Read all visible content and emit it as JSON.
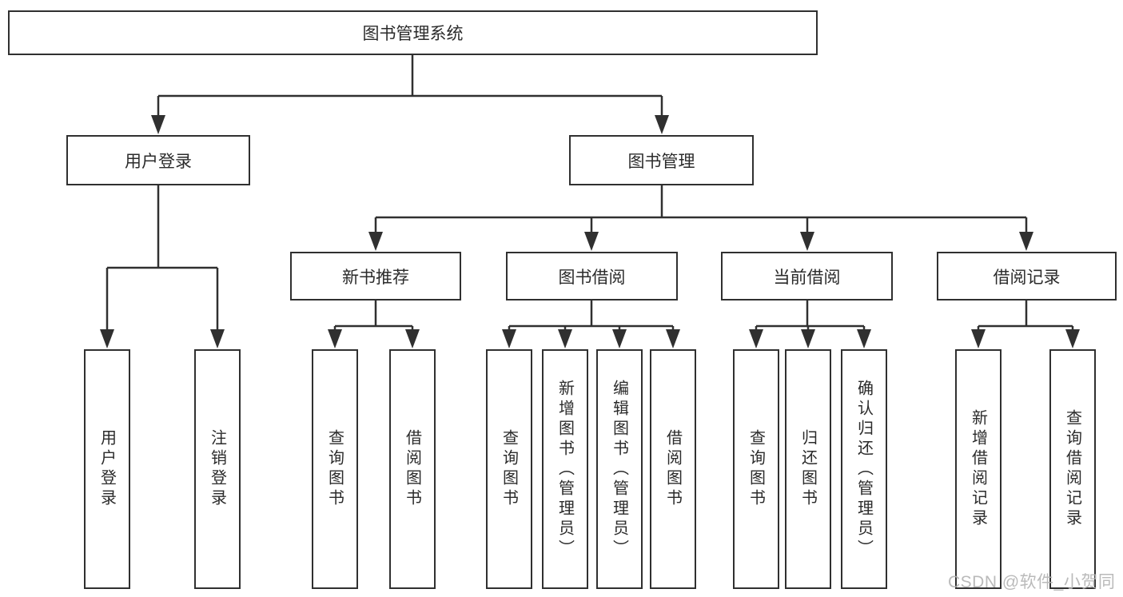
{
  "tree": {
    "root": {
      "label": "图书管理系统"
    },
    "user_login": {
      "label": "用户登录",
      "children": [
        {
          "label": "用户登录"
        },
        {
          "label": "注销登录"
        }
      ]
    },
    "book_management": {
      "label": "图书管理",
      "sections": [
        {
          "label": "新书推荐",
          "children": [
            {
              "label": "查询图书"
            },
            {
              "label": "借阅图书"
            }
          ]
        },
        {
          "label": "图书借阅",
          "children": [
            {
              "label": "查询图书"
            },
            {
              "label": "新增图书（管理员）"
            },
            {
              "label": "编辑图书（管理员）"
            },
            {
              "label": "借阅图书"
            }
          ]
        },
        {
          "label": "当前借阅",
          "children": [
            {
              "label": "查询图书"
            },
            {
              "label": "归还图书"
            },
            {
              "label": "确认归还（管理员）"
            }
          ]
        },
        {
          "label": "借阅记录",
          "children": [
            {
              "label": "新增借阅记录"
            },
            {
              "label": "查询借阅记录"
            }
          ]
        }
      ]
    }
  },
  "watermark": {
    "text": "CSDN @软件_小贺同学"
  },
  "colors": {
    "line": "#303030",
    "box_border": "#303030",
    "text": "#2b2b2b",
    "watermark": "#b3b3b3",
    "background": "#ffffff"
  }
}
